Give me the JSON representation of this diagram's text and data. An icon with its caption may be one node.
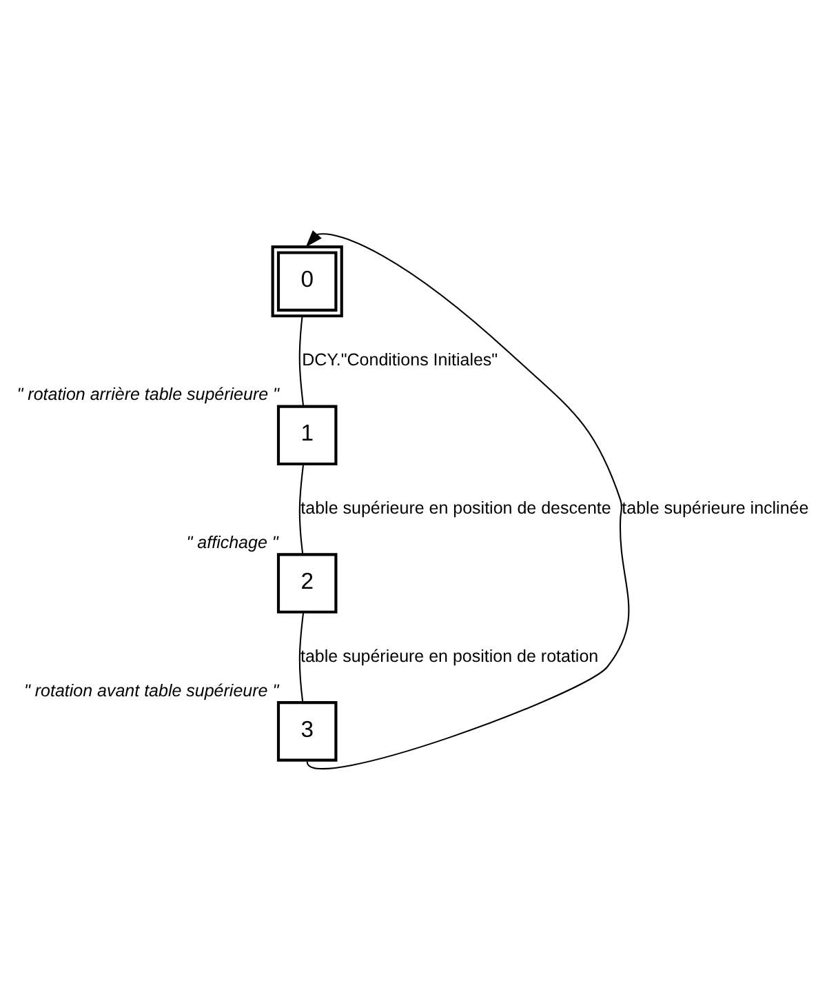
{
  "diagram": {
    "nodes": [
      {
        "text": [
          "0"
        ]
      },
      {
        "text": [
          "1"
        ],
        "beside": [
          "\" rotation arrière table supérieure \""
        ]
      },
      {
        "text": [
          "2"
        ],
        "beside": [
          "\" affichage \""
        ]
      },
      {
        "text": [
          "3"
        ],
        "beside": [
          "\" rotation avant table supérieure \""
        ]
      }
    ],
    "edges": [
      {
        "from": 0,
        "to": 1,
        "arrow": "none",
        "label": "DCY.\"Conditions Initiales\""
      },
      {
        "from": 1,
        "to": 2,
        "arrow": "none",
        "label": "table supérieure en position de descente"
      },
      {
        "from": 2,
        "to": 3,
        "arrow": "none",
        "label": "table supérieure en position de rotation"
      },
      {
        "from": 3,
        "to": 0,
        "arrow": "to",
        "label": "table supérieure inclinée"
      }
    ]
  }
}
